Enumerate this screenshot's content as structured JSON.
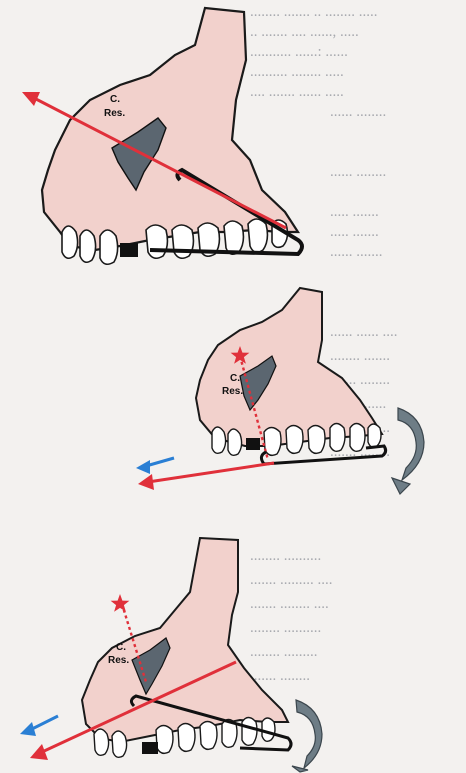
{
  "panels": [
    {
      "id": "top",
      "center_label_line1": "C.",
      "center_label_line2": "Res."
    },
    {
      "id": "middle",
      "center_label_line1": "C.",
      "center_label_line2": "Res."
    },
    {
      "id": "bottom",
      "center_label_line1": "C.",
      "center_label_line2": "Res."
    }
  ],
  "colors": {
    "bone": "#f2d1cc",
    "bone_outline": "#1a1a1a",
    "tooth_fill": "#ffffff",
    "sinus_fill": "#5b6670",
    "force_arrow": "#e0303a",
    "moment_arrow": "#2a7fd4",
    "rotation_icon": "#6e7d86",
    "background": "#f3f1ef",
    "bleed_text": "#6a6f7a"
  },
  "icons": [
    "red-force-arrow",
    "blue-moment-arrow",
    "red-star-icon",
    "rotation-arrow-icon",
    "molar-bracket-icon",
    "headgear-wire"
  ]
}
